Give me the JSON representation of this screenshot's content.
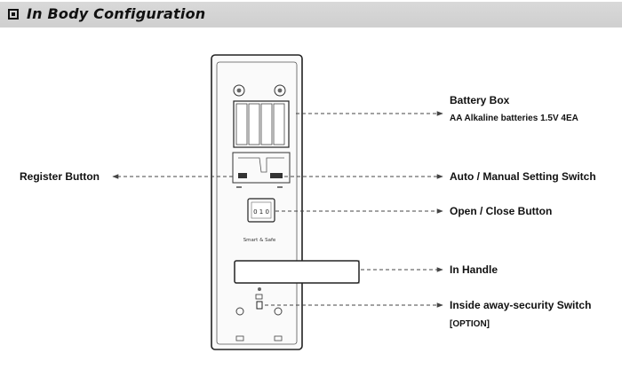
{
  "header": {
    "title": "In Body Configuration",
    "icon": "square-bullet-icon"
  },
  "device": {
    "keypad_label": "0 1 0",
    "brand_text": "Smart & Safe"
  },
  "labels": {
    "battery_box": "Battery Box",
    "battery_spec": "AA Alkaline batteries 1.5V 4EA",
    "register_button": "Register Button",
    "auto_manual_switch": "Auto / Manual Setting Switch",
    "open_close_button": "Open / Close Button",
    "in_handle": "In Handle",
    "inside_away_switch": "Inside away-security Switch",
    "option": "[OPTION]"
  },
  "colors": {
    "header_bg": "#d4d4d4",
    "line": "#444444",
    "text": "#111111"
  }
}
